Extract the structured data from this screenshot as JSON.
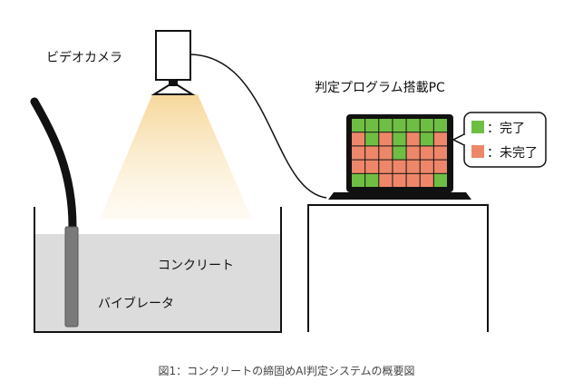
{
  "labels": {
    "camera": "ビデオカメラ",
    "pc": "判定プログラム搭載PC",
    "concrete": "コンクリート",
    "vibrator": "バイブレータ"
  },
  "legend": {
    "complete": "：完了",
    "incomplete": "：未完了"
  },
  "caption": "図1：コンクリートの締固めAI判定システムの概要図",
  "colors": {
    "complete": "#6fbe44",
    "incomplete": "#ee8769",
    "concrete": "#dcdcdc",
    "light": "#f8e2b0",
    "device": "#111111"
  },
  "screen_grid": [
    [
      "complete",
      "complete",
      "complete",
      "complete",
      "complete",
      "complete",
      "complete"
    ],
    [
      "incomplete",
      "complete",
      "incomplete",
      "complete",
      "incomplete",
      "complete",
      "incomplete"
    ],
    [
      "incomplete",
      "incomplete",
      "incomplete",
      "complete",
      "incomplete",
      "incomplete",
      "incomplete"
    ],
    [
      "incomplete",
      "incomplete",
      "incomplete",
      "incomplete",
      "incomplete",
      "incomplete",
      "incomplete"
    ],
    [
      "complete",
      "complete",
      "incomplete",
      "incomplete",
      "incomplete",
      "incomplete",
      "complete"
    ]
  ]
}
